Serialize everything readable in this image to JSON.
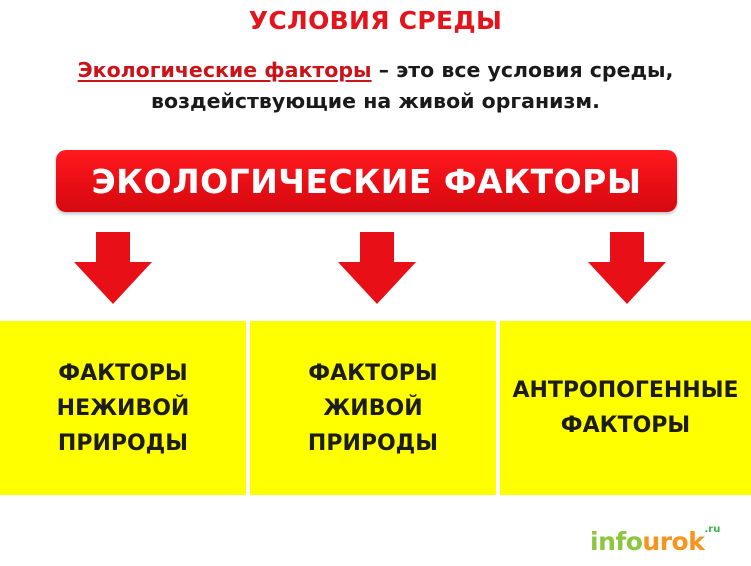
{
  "title": "УСЛОВИЯ СРЕДЫ",
  "definition": {
    "term": "Экологические факторы",
    "line1_rest": " – это все условия среды,",
    "line2": "воздействующие на живой организм."
  },
  "banner": "ЭКОЛОГИЧЕСКИЕ ФАКТОРЫ",
  "categories": [
    {
      "label": "ФАКТОРЫ\nНЕЖИВОЙ\nПРИРОДЫ"
    },
    {
      "label": "ФАКТОРЫ\nЖИВОЙ\nПРИРОДЫ"
    },
    {
      "label": "АНТРОПОГЕННЫЕ\nФАКТОРЫ"
    }
  ],
  "logo": {
    "part1": "info",
    "part2": "urok",
    "domain": ".ru"
  },
  "colors": {
    "accent_red": "#e3141b",
    "box_yellow": "#ffff00",
    "arrow_red": "#e80f16"
  }
}
